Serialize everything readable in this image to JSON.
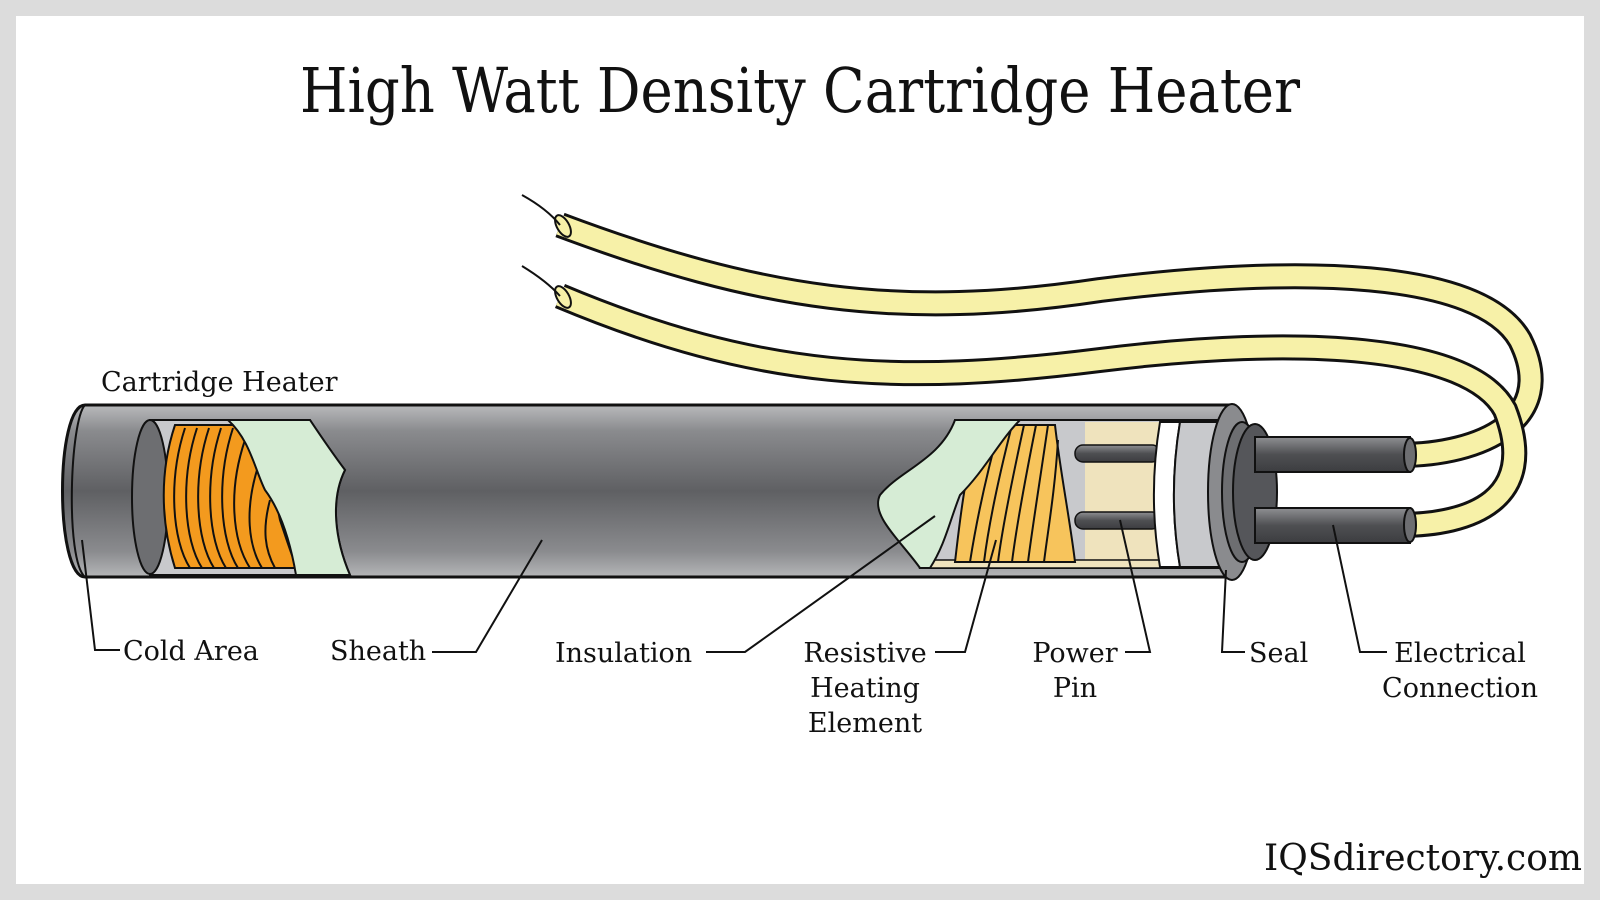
{
  "title": "High Watt Density Cartridge Heater",
  "subtitle_label": "Cartridge Heater",
  "labels": {
    "cold_area": "Cold Area",
    "sheath": "Sheath",
    "insulation": "Insulation",
    "resistive_1": "Resistive",
    "resistive_2": "Heating",
    "resistive_3": "Element",
    "power_1": "Power",
    "power_2": "Pin",
    "seal": "Seal",
    "electrical_1": "Electrical",
    "electrical_2": "Connection"
  },
  "brand": "IQSdirectory.com",
  "colors": {
    "sheath": "#6a6b6e",
    "coil_cold": "#f39a1e",
    "coil_hot": "#f7c45c",
    "insulation": "#d6ecd5",
    "wire": "#f7f1a8",
    "frame": "#dcdcdc"
  }
}
